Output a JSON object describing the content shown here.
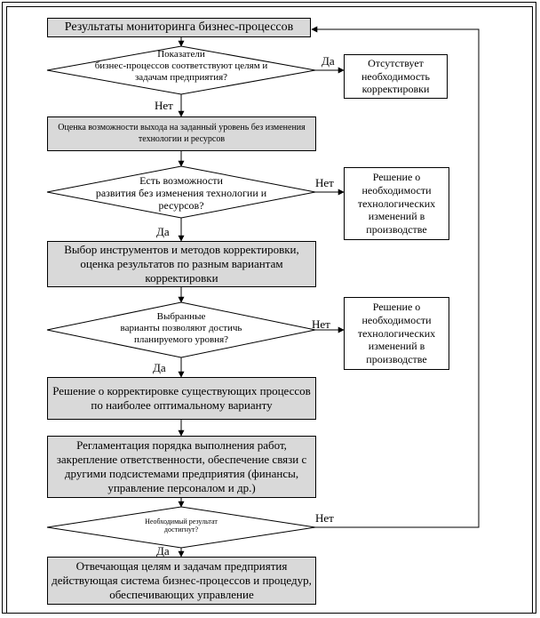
{
  "boxes": {
    "start": "Результаты мониторинга бизнес-процессов",
    "no_correction": "Отсутствует\nнеобходимость\nкорректировки",
    "assess": "Оценка возможности выхода на заданный уровень без изменения\nтехнологии и ресурсов",
    "tech_decision_1": "Решение о\nнеобходимости\nтехнологических\nизменений в\nпроизводстве",
    "choose_tools": "Выбор инструментов и методов корректировки,\nоценка результатов по разным вариантам\nкорректировки",
    "tech_decision_2": "Решение о\nнеобходимости\nтехнологических\nизменений в\nпроизводстве",
    "correction_decision": "Решение о корректировке существующих процессов\nпо наиболее оптимальному варианту",
    "regulation": "Регламентация порядка выполнения работ,\nзакрепление ответственности, обеспечение связи с\nдругими подсистемами предприятия (финансы,\nуправление персоналом и др.)",
    "final": "Отвечающая целям и задачам предприятия\nдействующая система бизнес-процессов и процедур,\nобеспечивающих управление"
  },
  "decisions": {
    "d1": "Показатели\nбизнес-процессов соответствуют целям и\nзадачам предприятия?",
    "d2": "Есть возможности\nразвития без изменения технологии и\nресурсов?",
    "d3": "Выбранные\nварианты позволяют достичь\nпланируемого уровня?",
    "d4": "Необходимый результат\nдостигнут?"
  },
  "labels": {
    "d1_yes": "Да",
    "d1_no": "Нет",
    "d2_no": "Нет",
    "d2_yes": "Да",
    "d3_no": "Нет",
    "d3_yes": "Да",
    "d4_no": "Нет",
    "d4_yes": "Да"
  }
}
